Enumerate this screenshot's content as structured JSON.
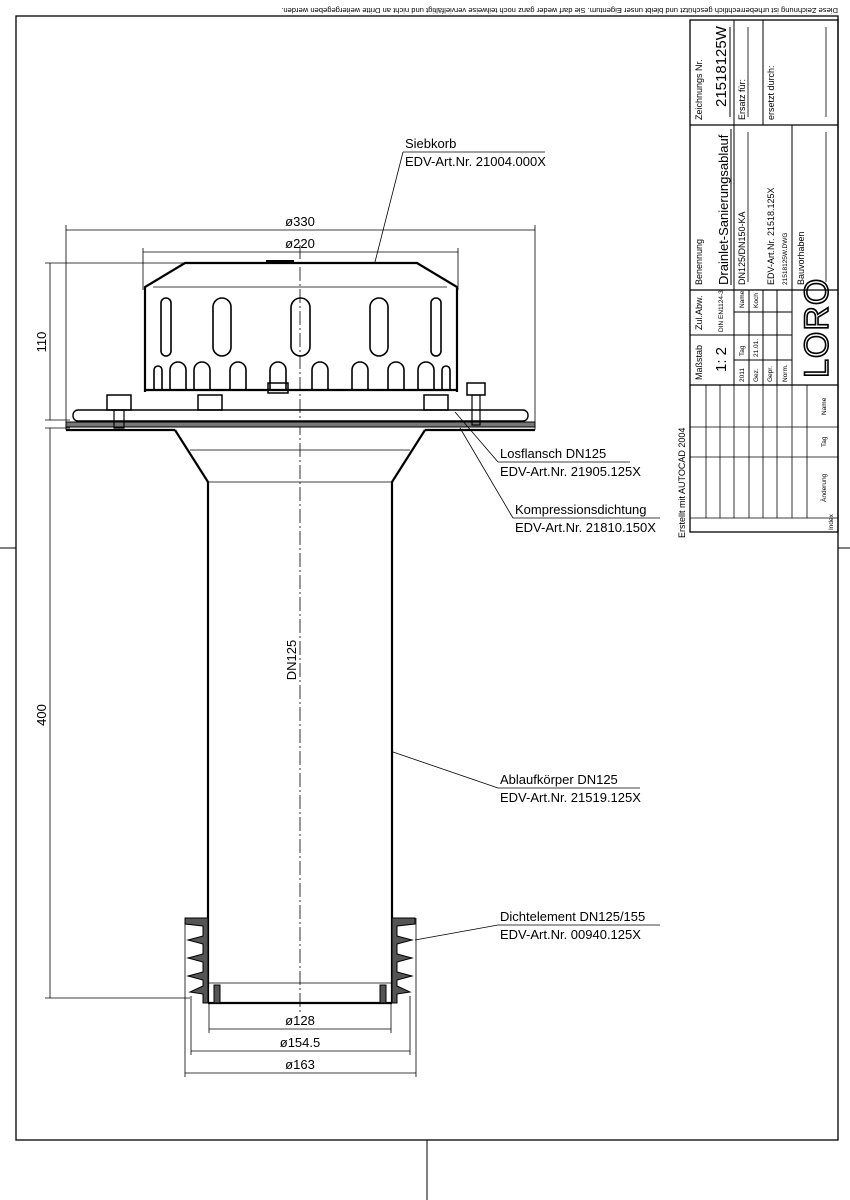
{
  "copyright_notice": "Diese Zeichnung ist urheberrechtlich geschützt und bleibt unser Eigentum. Sie darf weder ganz noch teilweise vervielfältigt und nicht an Dritte weitergegeben werden.",
  "dimensions": {
    "d330": "ø330",
    "d220": "ø220",
    "h110": "110",
    "h400": "400",
    "dn": "DN125",
    "d128": "ø128",
    "d154": "ø154.5",
    "d163": "ø163"
  },
  "callouts": [
    {
      "name": "Siebkorb",
      "article": "EDV-Art.Nr.  21004.000X"
    },
    {
      "name": "Losflansch DN125",
      "article": "EDV-Art.Nr.  21905.125X"
    },
    {
      "name": "Kompressionsdichtung",
      "article": "EDV-Art.Nr.  21810.150X"
    },
    {
      "name": "Ablaufkörper DN125",
      "article": "EDV-Art.Nr.  21519.125X"
    },
    {
      "name": "Dichtelement DN125/155",
      "article": "EDV-Art.Nr.  00940.125X"
    }
  ],
  "title_block": {
    "created_with": "Erstellt mit  AUTOCAD  2004",
    "drawing_no_label": "Zeichnungs Nr.",
    "drawing_no": "21518125W",
    "replaces_label": "Ersatz für:",
    "replaced_by_label": "ersetzt durch:",
    "designation_label": "Benennung",
    "designation": "Drainlet-Sanierungsablauf",
    "variant": "DN125/DN150-KA",
    "article_no": "EDV-Art.Nr.  21518.125X",
    "file": "21518125W.DWG",
    "project_label": "Bauvorhaben",
    "tolerance_label": "Zul.Abw.",
    "tolerance": "DIN  EN1124-3",
    "scale_label": "Maßstab",
    "scale": "1: 2",
    "year": "2011",
    "day_label": "Tag",
    "name_label": "Name",
    "drawn_label": "Gez.",
    "drawn_day": "21.01.",
    "drawn_name": "Koch",
    "checked_label": "Gepr.",
    "norm_label": "Norm.",
    "logo": "LORO",
    "revision": {
      "index_label": "Index",
      "change_label": "Änderung",
      "day_label": "Tag",
      "name_label": "Name"
    }
  }
}
